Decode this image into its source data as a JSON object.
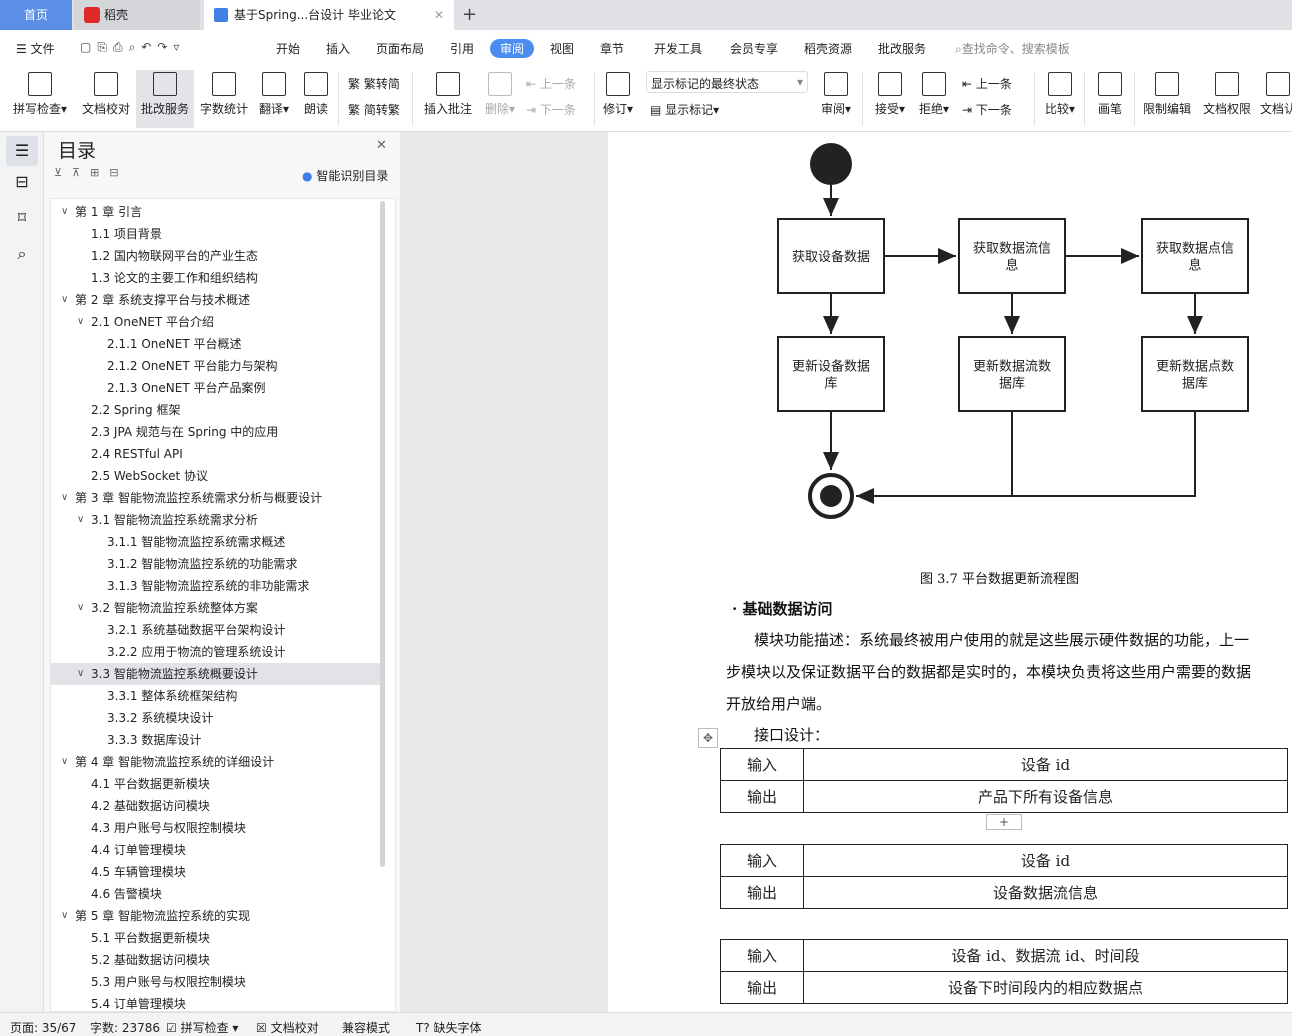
{
  "tabs": {
    "home": "首页",
    "daoke": "稻壳",
    "doc": "基于Spring...台设计 毕业论文",
    "new": "+"
  },
  "menu": {
    "file": "文件",
    "items": [
      "开始",
      "插入",
      "页面布局",
      "引用",
      "审阅",
      "视图",
      "章节",
      "开发工具",
      "会员专享",
      "稻壳资源",
      "批改服务"
    ],
    "active": "审阅",
    "search": "查找命令、搜索模板"
  },
  "ribbon": {
    "spell": "拼写检查",
    "proof": "文档校对",
    "correct": "批改服务",
    "wordcount": "字数统计",
    "translate": "翻译",
    "read": "朗读",
    "t2s": "繁转简",
    "s2t": "简转繁",
    "insert_comment": "插入批注",
    "delete": "删除",
    "prev": "上一条",
    "next": "下一条",
    "track": "修订",
    "markup_state": "显示标记的最终状态",
    "show_markup": "显示标记",
    "review": "审阅",
    "accept": "接受",
    "reject": "拒绝",
    "prev2": "上一条",
    "next2": "下一条",
    "compare": "比较",
    "pen": "画笔",
    "restrict": "限制编辑",
    "perm": "文档权限",
    "cert": "文档认"
  },
  "toc": {
    "title": "目录",
    "smart": "智能识别目录",
    "items": [
      {
        "t": "第 1 章  引言",
        "l": 1,
        "c": 1
      },
      {
        "t": "1.1  项目背景",
        "l": 2
      },
      {
        "t": "1.2  国内物联网平台的产业生态",
        "l": 2
      },
      {
        "t": "1.3  论文的主要工作和组织结构",
        "l": 2
      },
      {
        "t": "第 2 章  系统支撑平台与技术概述",
        "l": 1,
        "c": 1
      },
      {
        "t": "2.1 OneNET 平台介绍",
        "l": 2,
        "c": 1
      },
      {
        "t": "2.1.1 OneNET 平台概述",
        "l": 3
      },
      {
        "t": "2.1.2 OneNET 平台能力与架构",
        "l": 3
      },
      {
        "t": "2.1.3 OneNET 平台产品案例",
        "l": 3
      },
      {
        "t": "2.2 Spring 框架",
        "l": 2
      },
      {
        "t": "2.3 JPA 规范与在 Spring 中的应用",
        "l": 2
      },
      {
        "t": "2.4 RESTful API",
        "l": 2
      },
      {
        "t": "2.5 WebSocket 协议",
        "l": 2
      },
      {
        "t": "第 3 章  智能物流监控系统需求分析与概要设计",
        "l": 1,
        "c": 1
      },
      {
        "t": "3.1  智能物流监控系统需求分析",
        "l": 2,
        "c": 1
      },
      {
        "t": "3.1.1  智能物流监控系统需求概述",
        "l": 3
      },
      {
        "t": "3.1.2  智能物流监控系统的功能需求",
        "l": 3
      },
      {
        "t": "3.1.3  智能物流监控系统的非功能需求",
        "l": 3
      },
      {
        "t": "3.2  智能物流监控系统整体方案",
        "l": 2,
        "c": 1
      },
      {
        "t": "3.2.1  系统基础数据平台架构设计",
        "l": 3
      },
      {
        "t": "3.2.2  应用于物流的管理系统设计",
        "l": 3
      },
      {
        "t": "3.3  智能物流监控系统概要设计",
        "l": 2,
        "c": 1,
        "sel": 1
      },
      {
        "t": "3.3.1  整体系统框架结构",
        "l": 3
      },
      {
        "t": "3.3.2  系统模块设计",
        "l": 3
      },
      {
        "t": "3.3.3  数据库设计",
        "l": 3
      },
      {
        "t": "第 4 章  智能物流监控系统的详细设计",
        "l": 1,
        "c": 1
      },
      {
        "t": "4.1  平台数据更新模块",
        "l": 2
      },
      {
        "t": "4.2  基础数据访问模块",
        "l": 2
      },
      {
        "t": "4.3  用户账号与权限控制模块",
        "l": 2
      },
      {
        "t": "4.4  订单管理模块",
        "l": 2
      },
      {
        "t": "4.5  车辆管理模块",
        "l": 2
      },
      {
        "t": "4.6  告警模块",
        "l": 2
      },
      {
        "t": "第 5 章  智能物流监控系统的实现",
        "l": 1,
        "c": 1
      },
      {
        "t": "5.1  平台数据更新模块",
        "l": 2
      },
      {
        "t": "5.2  基础数据访问模块",
        "l": 2
      },
      {
        "t": "5.3  用户账号与权限控制模块",
        "l": 2
      },
      {
        "t": "5.4  订单管理模块",
        "l": 2
      }
    ]
  },
  "doc": {
    "flow": {
      "b1": [
        "获取设备数据"
      ],
      "b2": [
        "获取数据流信",
        "息"
      ],
      "b3": [
        "获取数据点信",
        "息"
      ],
      "b4": [
        "更新设备数据",
        "库"
      ],
      "b5": [
        "更新数据流数",
        "据库"
      ],
      "b6": [
        "更新数据点数",
        "据库"
      ]
    },
    "caption": "图 3.7  平台数据更新流程图",
    "heading": "· 基础数据访问",
    "para": [
      "模块功能描述：系统最终被用户使用的就是这些展示硬件数据的功能，上一",
      "步模块以及保证数据平台的数据都是实时的，本模块负责将这些用户需要的数据",
      "开放给用户端。"
    ],
    "iface": "接口设计：",
    "tables": [
      [
        [
          "输入",
          "设备 id"
        ],
        [
          "输出",
          "产品下所有设备信息"
        ]
      ],
      [
        [
          "输入",
          "设备 id"
        ],
        [
          "输出",
          "设备数据流信息"
        ]
      ],
      [
        [
          "输入",
          "设备 id、数据流 id、时间段"
        ],
        [
          "输出",
          "设备下时间段内的相应数据点"
        ]
      ]
    ],
    "add": "+"
  },
  "status": {
    "page": "页面: 35/67",
    "words": "字数: 23786",
    "spell": "拼写检查",
    "proof": "文档校对",
    "compat": "兼容模式",
    "font": "缺失字体"
  },
  "colors": {
    "accent": "#4a8cf0",
    "home": "#5b8ee6"
  }
}
